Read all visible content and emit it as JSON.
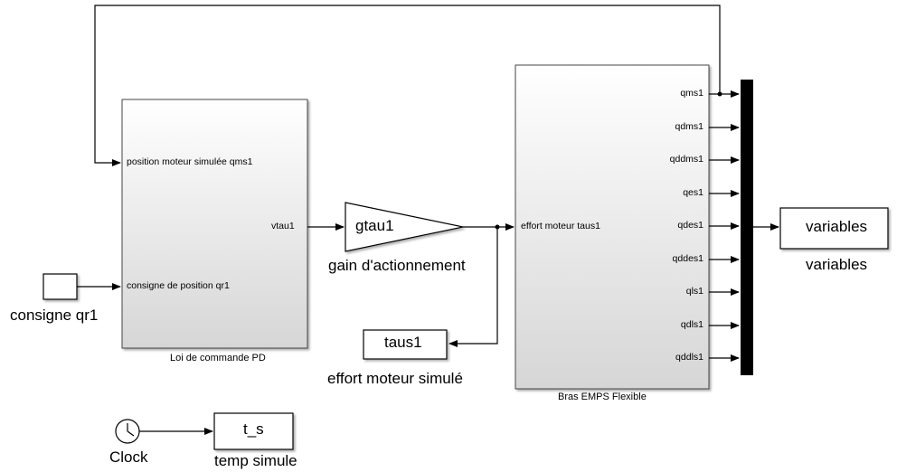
{
  "diagram": {
    "blocks": {
      "pd": {
        "caption": "Loi de commande PD",
        "input_1": "position moteur simulée qms1",
        "input_2": "consigne de position  qr1",
        "output": "vtau1"
      },
      "arm": {
        "caption": "Bras EMPS Flexible",
        "input": "effort moteur taus1",
        "outputs": [
          "qms1",
          "qdms1",
          "qddms1",
          "qes1",
          "qdes1",
          "qddes1",
          "qls1",
          "qdls1",
          "qddls1"
        ]
      },
      "gain": {
        "label": "gtau1",
        "caption": "gain d'actionnement"
      },
      "consigne": {
        "caption": "consigne qr1"
      },
      "taus": {
        "label": "taus1",
        "caption": "effort moteur simulé"
      },
      "variables": {
        "label": "variables",
        "caption": "variables"
      },
      "clock": {
        "caption": "Clock"
      },
      "ts": {
        "label": "t_s",
        "caption": "temp simule"
      }
    }
  }
}
